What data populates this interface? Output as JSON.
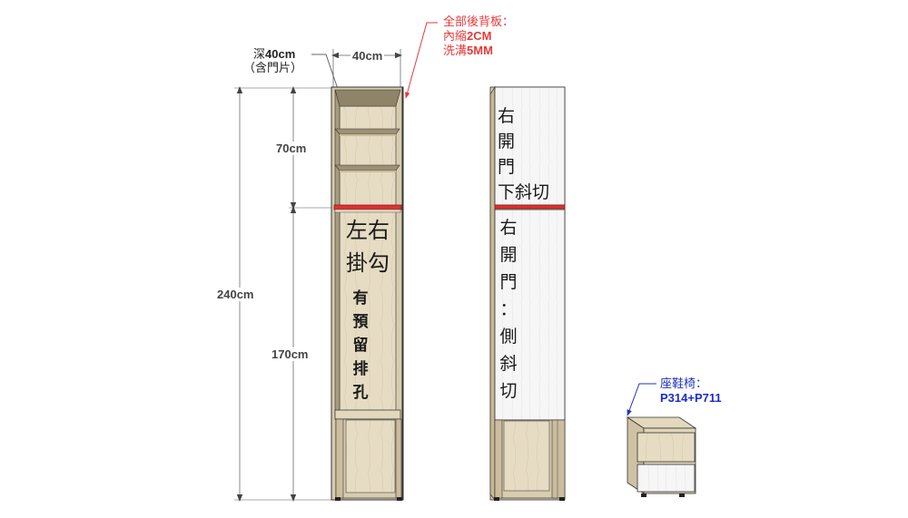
{
  "dimensions": {
    "depth_label": "深",
    "depth_value": "40cm",
    "depth_note": "（含門片）",
    "width_value": "40cm",
    "total_height": "240cm",
    "upper_height": "70cm",
    "lower_height": "170cm"
  },
  "back_panel_note": {
    "line1": "全部後背板：",
    "line2_prefix": "內縮",
    "line2_value": "2CM",
    "line3_prefix": "洗溝",
    "line3_value": "5MM"
  },
  "cabinet_interior_labels": {
    "hook_chars": [
      "左",
      "右",
      "掛",
      "勾"
    ],
    "vent_chars": [
      "有",
      "預",
      "留",
      "排",
      "孔"
    ]
  },
  "door_labels": {
    "upper_door_chars": [
      "右",
      "開",
      "門"
    ],
    "upper_door_last": "下斜切",
    "lower_door_chars": [
      "右",
      "開",
      "門",
      "：",
      "側",
      "斜",
      "切"
    ]
  },
  "bench_note": {
    "title": "座鞋椅：",
    "code": "P314+P711"
  },
  "colors": {
    "wood": "#e4d9bf",
    "wood_dark": "#b6a98a",
    "inner_shadow": "#8f8468",
    "door_white": "#f4f4f4",
    "red_band": "#e03030",
    "dim_line": "#888888",
    "red_note": "#e83a3a",
    "blue_note": "#1a2cc8"
  }
}
